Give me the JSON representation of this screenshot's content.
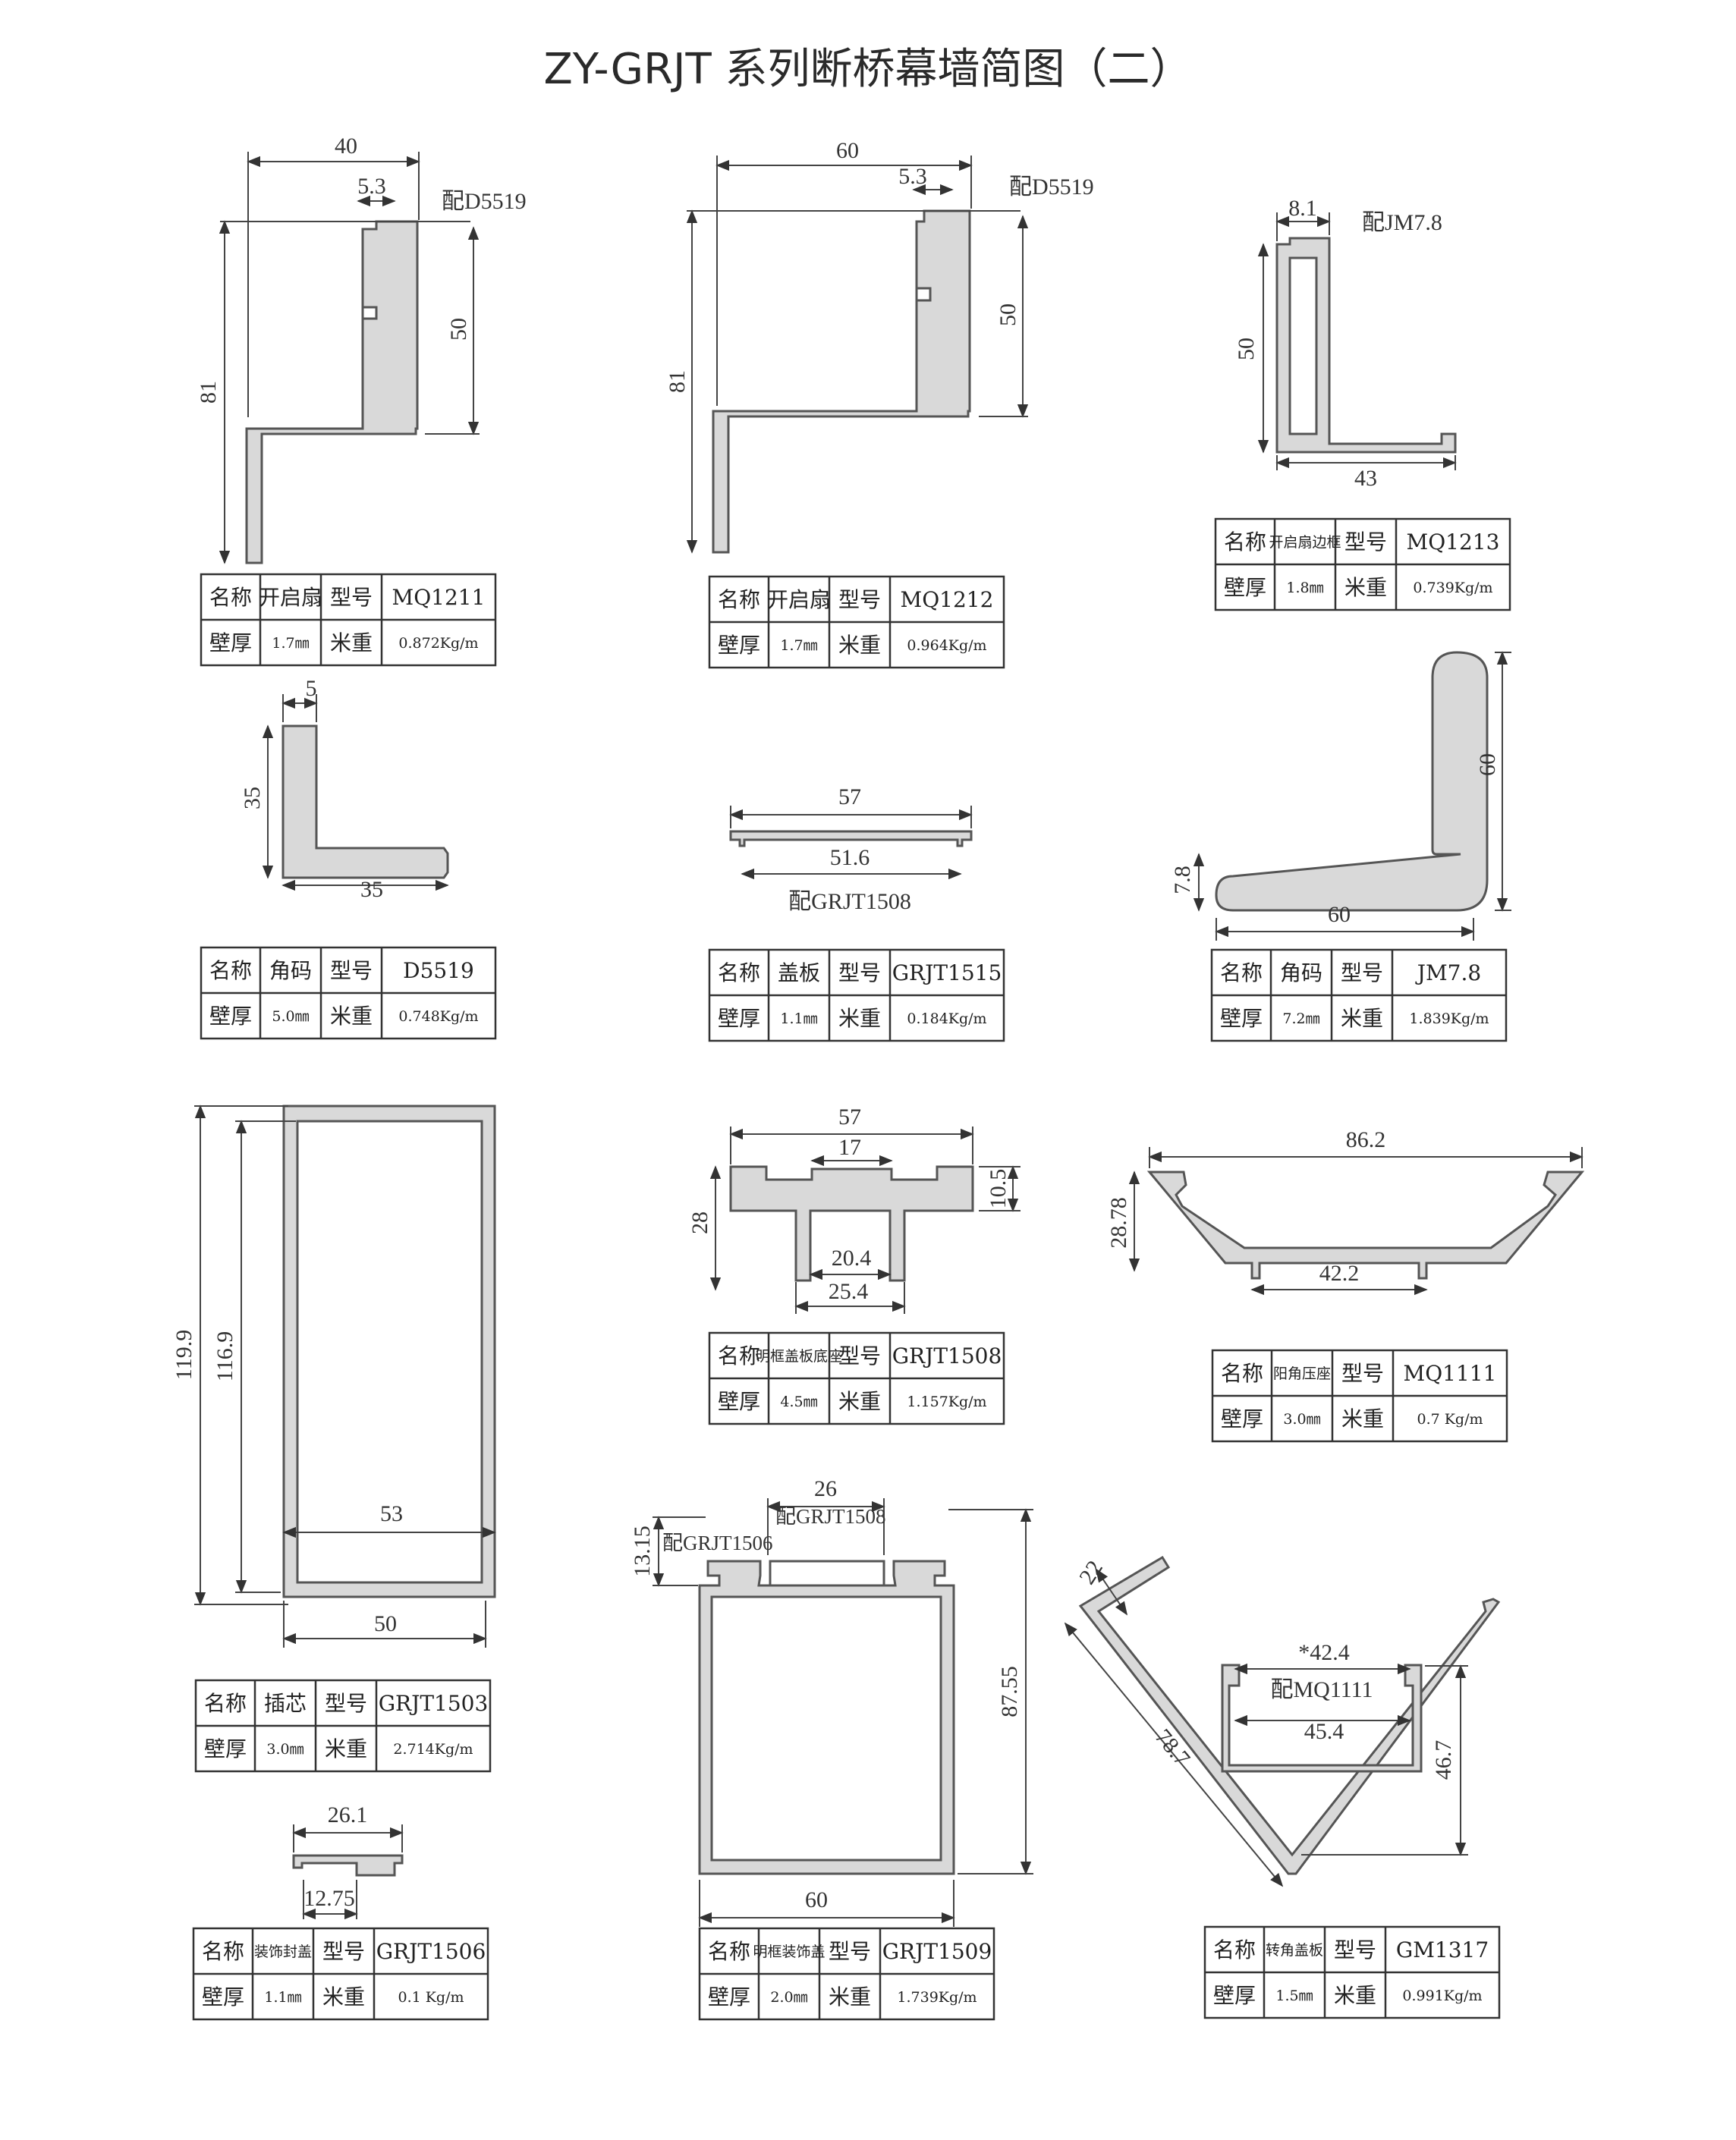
{
  "title": "ZY-GRJT 系列断桥幕墙简图（二）",
  "labels": {
    "name": "名称",
    "model": "型号",
    "wall": "壁厚",
    "weight": "米重"
  },
  "profiles": [
    {
      "name": "开启扇",
      "model": "MQ1211",
      "wall": "1.7㎜",
      "weight": "0.872Kg/m",
      "dims": [
        "40",
        "5.3",
        "50",
        "81"
      ],
      "note": "配D5519"
    },
    {
      "name": "开启扇",
      "model": "MQ1212",
      "wall": "1.7㎜",
      "weight": "0.964Kg/m",
      "dims": [
        "60",
        "5.3",
        "50",
        "81"
      ],
      "note": "配D5519"
    },
    {
      "name": "开启扇边框",
      "model": "MQ1213",
      "wall": "1.8㎜",
      "weight": "0.739Kg/m",
      "dims": [
        "8.1",
        "50",
        "43"
      ],
      "note": "配JM7.8"
    },
    {
      "name": "角码",
      "model": "D5519",
      "wall": "5.0㎜",
      "weight": "0.748Kg/m",
      "dims": [
        "5",
        "35",
        "35"
      ]
    },
    {
      "name": "盖板",
      "model": "GRJT1515",
      "wall": "1.1㎜",
      "weight": "0.184Kg/m",
      "dims": [
        "57",
        "51.6"
      ],
      "note": "配GRJT1508"
    },
    {
      "name": "角码",
      "model": "JM7.8",
      "wall": "7.2㎜",
      "weight": "1.839Kg/m",
      "dims": [
        "60",
        "7.8",
        "60"
      ]
    },
    {
      "name": "插芯",
      "model": "GRJT1503",
      "wall": "3.0㎜",
      "weight": "2.714Kg/m",
      "dims": [
        "119.9",
        "116.9",
        "53",
        "50"
      ]
    },
    {
      "name": "明框盖板底座",
      "model": "GRJT1508",
      "wall": "4.5㎜",
      "weight": "1.157Kg/m",
      "dims": [
        "57",
        "17",
        "10.5",
        "28",
        "20.4",
        "25.4"
      ]
    },
    {
      "name": "阳角压座",
      "model": "MQ1111",
      "wall": "3.0㎜",
      "weight": "0.7  Kg/m",
      "dims": [
        "86.2",
        "28.78",
        "42.2"
      ]
    },
    {
      "name": "装饰封盖",
      "model": "GRJT1506",
      "wall": "1.1㎜",
      "weight": "0.1  Kg/m",
      "dims": [
        "26.1",
        "12.75"
      ]
    },
    {
      "name": "明框装饰盖",
      "model": "GRJT1509",
      "wall": "2.0㎜",
      "weight": "1.739Kg/m",
      "dims": [
        "26",
        "13.15",
        "87.55",
        "60"
      ],
      "note": "配GRJT1508",
      "note2": "配GRJT1506"
    },
    {
      "name": "转角盖板",
      "model": "GM1317",
      "wall": "1.5㎜",
      "weight": "0.991Kg/m",
      "dims": [
        "22",
        "78.7",
        "*42.4",
        "45.4",
        "46.7"
      ],
      "note": "配MQ1111"
    }
  ]
}
